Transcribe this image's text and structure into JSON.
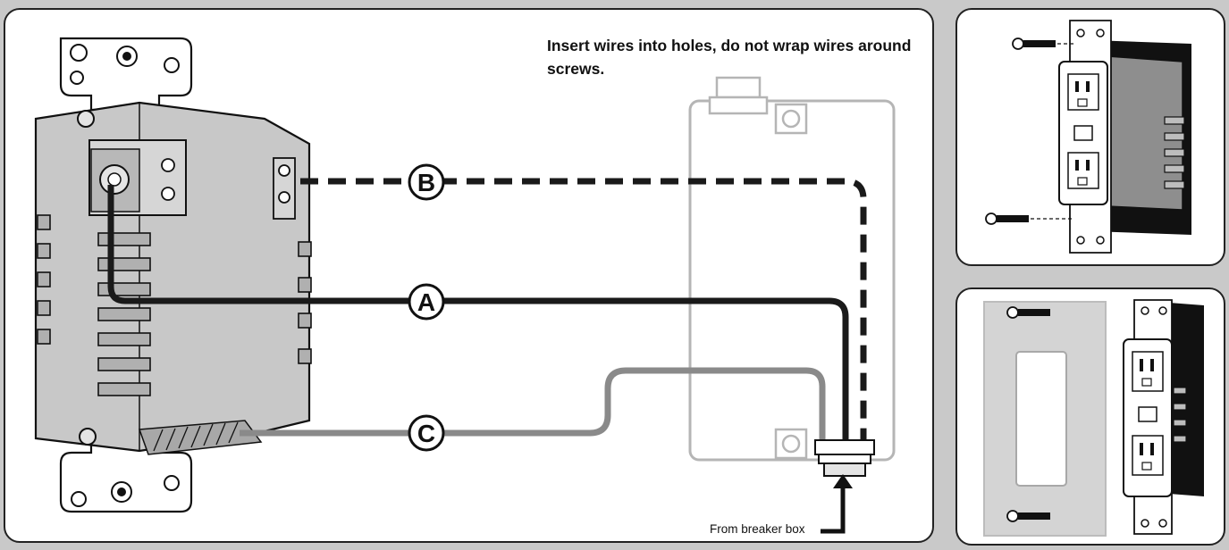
{
  "instruction": "Insert wires into holes, do not wrap wires around screws.",
  "from_label": "From breaker box",
  "wires": [
    {
      "id": "A",
      "label": "A",
      "style": "solid-black",
      "color": "#1a1a1a"
    },
    {
      "id": "B",
      "label": "B",
      "style": "dashed-black",
      "color": "#1a1a1a"
    },
    {
      "id": "C",
      "label": "C",
      "style": "solid-gray",
      "color": "#8a8a8a"
    }
  ],
  "colors": {
    "background": "#c9c9c9",
    "device_body": "#c8c8c8",
    "wall_plate": "#d4d4d4",
    "mounting_plate": "#111111"
  },
  "icons": {
    "main": [
      "outlet-device-back",
      "junction-box",
      "cable-clamp",
      "breaker-arrow"
    ],
    "top_right": [
      "screw-icon",
      "outlet-front",
      "wall-box"
    ],
    "bottom_right": [
      "screw-icon",
      "wall-plate",
      "outlet-front"
    ]
  }
}
